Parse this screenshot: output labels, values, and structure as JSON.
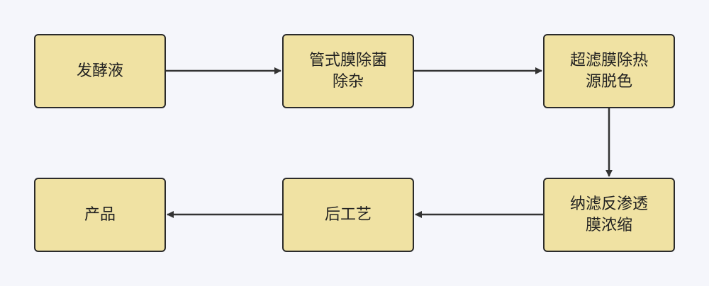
{
  "diagram": {
    "nodes": [
      {
        "id": "n1",
        "label": "发酵液"
      },
      {
        "id": "n2",
        "label": "管式膜除菌\n除杂"
      },
      {
        "id": "n3",
        "label": "超滤膜除热\n源脱色"
      },
      {
        "id": "n4",
        "label": "纳滤反渗透\n膜浓缩"
      },
      {
        "id": "n5",
        "label": "后工艺"
      },
      {
        "id": "n6",
        "label": "产品"
      }
    ],
    "edges": [
      {
        "from": "n1",
        "to": "n2"
      },
      {
        "from": "n2",
        "to": "n3"
      },
      {
        "from": "n3",
        "to": "n4"
      },
      {
        "from": "n4",
        "to": "n5"
      },
      {
        "from": "n5",
        "to": "n6"
      }
    ],
    "colors": {
      "node_fill": "#f0e2a3",
      "node_border": "#2b2b2b",
      "edge": "#333333",
      "background": "#f5f6fb"
    }
  }
}
